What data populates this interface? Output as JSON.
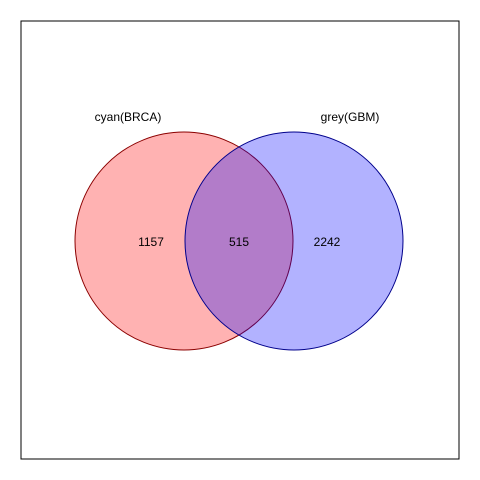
{
  "diagram": {
    "type": "venn",
    "sets": [
      {
        "label": "cyan(BRCA)",
        "fill": "#FF0000",
        "stroke": "#8B0000",
        "opacity": 0.3
      },
      {
        "label": "grey(GBM)",
        "fill": "#0000FF",
        "stroke": "#00008B",
        "opacity": 0.3
      }
    ],
    "counts": {
      "left_only": "1157",
      "intersection": "515",
      "right_only": "2242"
    },
    "frame_color": "#000000"
  }
}
